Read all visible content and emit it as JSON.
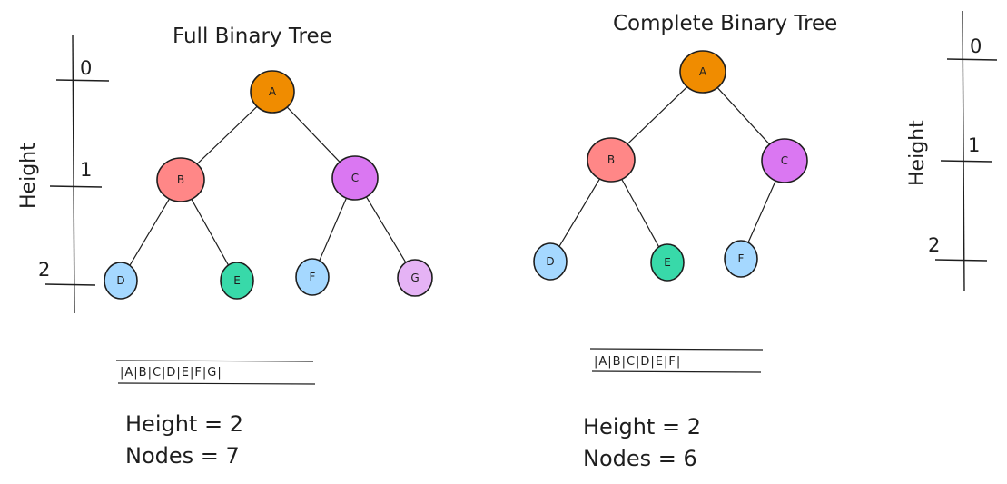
{
  "diagrams": [
    {
      "title": "Full Binary Tree",
      "axis_label": "Height",
      "levels": [
        "0",
        "1",
        "2"
      ],
      "nodes": [
        {
          "id": "A",
          "label": "A",
          "color": "#f08c00"
        },
        {
          "id": "B",
          "label": "B",
          "color": "#ff8787"
        },
        {
          "id": "C",
          "label": "C",
          "color": "#da77f2"
        },
        {
          "id": "D",
          "label": "D",
          "color": "#a5d8ff"
        },
        {
          "id": "E",
          "label": "E",
          "color": "#38d9a9"
        },
        {
          "id": "F",
          "label": "F",
          "color": "#a5d8ff"
        },
        {
          "id": "G",
          "label": "G",
          "color": "#e5b3f5"
        }
      ],
      "edges": [
        [
          "A",
          "B"
        ],
        [
          "A",
          "C"
        ],
        [
          "B",
          "D"
        ],
        [
          "B",
          "E"
        ],
        [
          "C",
          "F"
        ],
        [
          "C",
          "G"
        ]
      ],
      "array_text": "|A|B|C|D|E|F|G|",
      "height_text": "Height = 2",
      "nodes_text": "Nodes = 7"
    },
    {
      "title": "Complete Binary Tree",
      "axis_label": "Height",
      "levels": [
        "0",
        "1",
        "2"
      ],
      "nodes": [
        {
          "id": "A",
          "label": "A",
          "color": "#f08c00"
        },
        {
          "id": "B",
          "label": "B",
          "color": "#ff8787"
        },
        {
          "id": "C",
          "label": "C",
          "color": "#da77f2"
        },
        {
          "id": "D",
          "label": "D",
          "color": "#a5d8ff"
        },
        {
          "id": "E",
          "label": "E",
          "color": "#38d9a9"
        },
        {
          "id": "F",
          "label": "F",
          "color": "#a5d8ff"
        }
      ],
      "edges": [
        [
          "A",
          "B"
        ],
        [
          "A",
          "C"
        ],
        [
          "B",
          "D"
        ],
        [
          "B",
          "E"
        ],
        [
          "C",
          "F"
        ]
      ],
      "array_text": "|A|B|C|D|E|F|",
      "height_text": "Height = 2",
      "nodes_text": "Nodes = 6"
    }
  ]
}
